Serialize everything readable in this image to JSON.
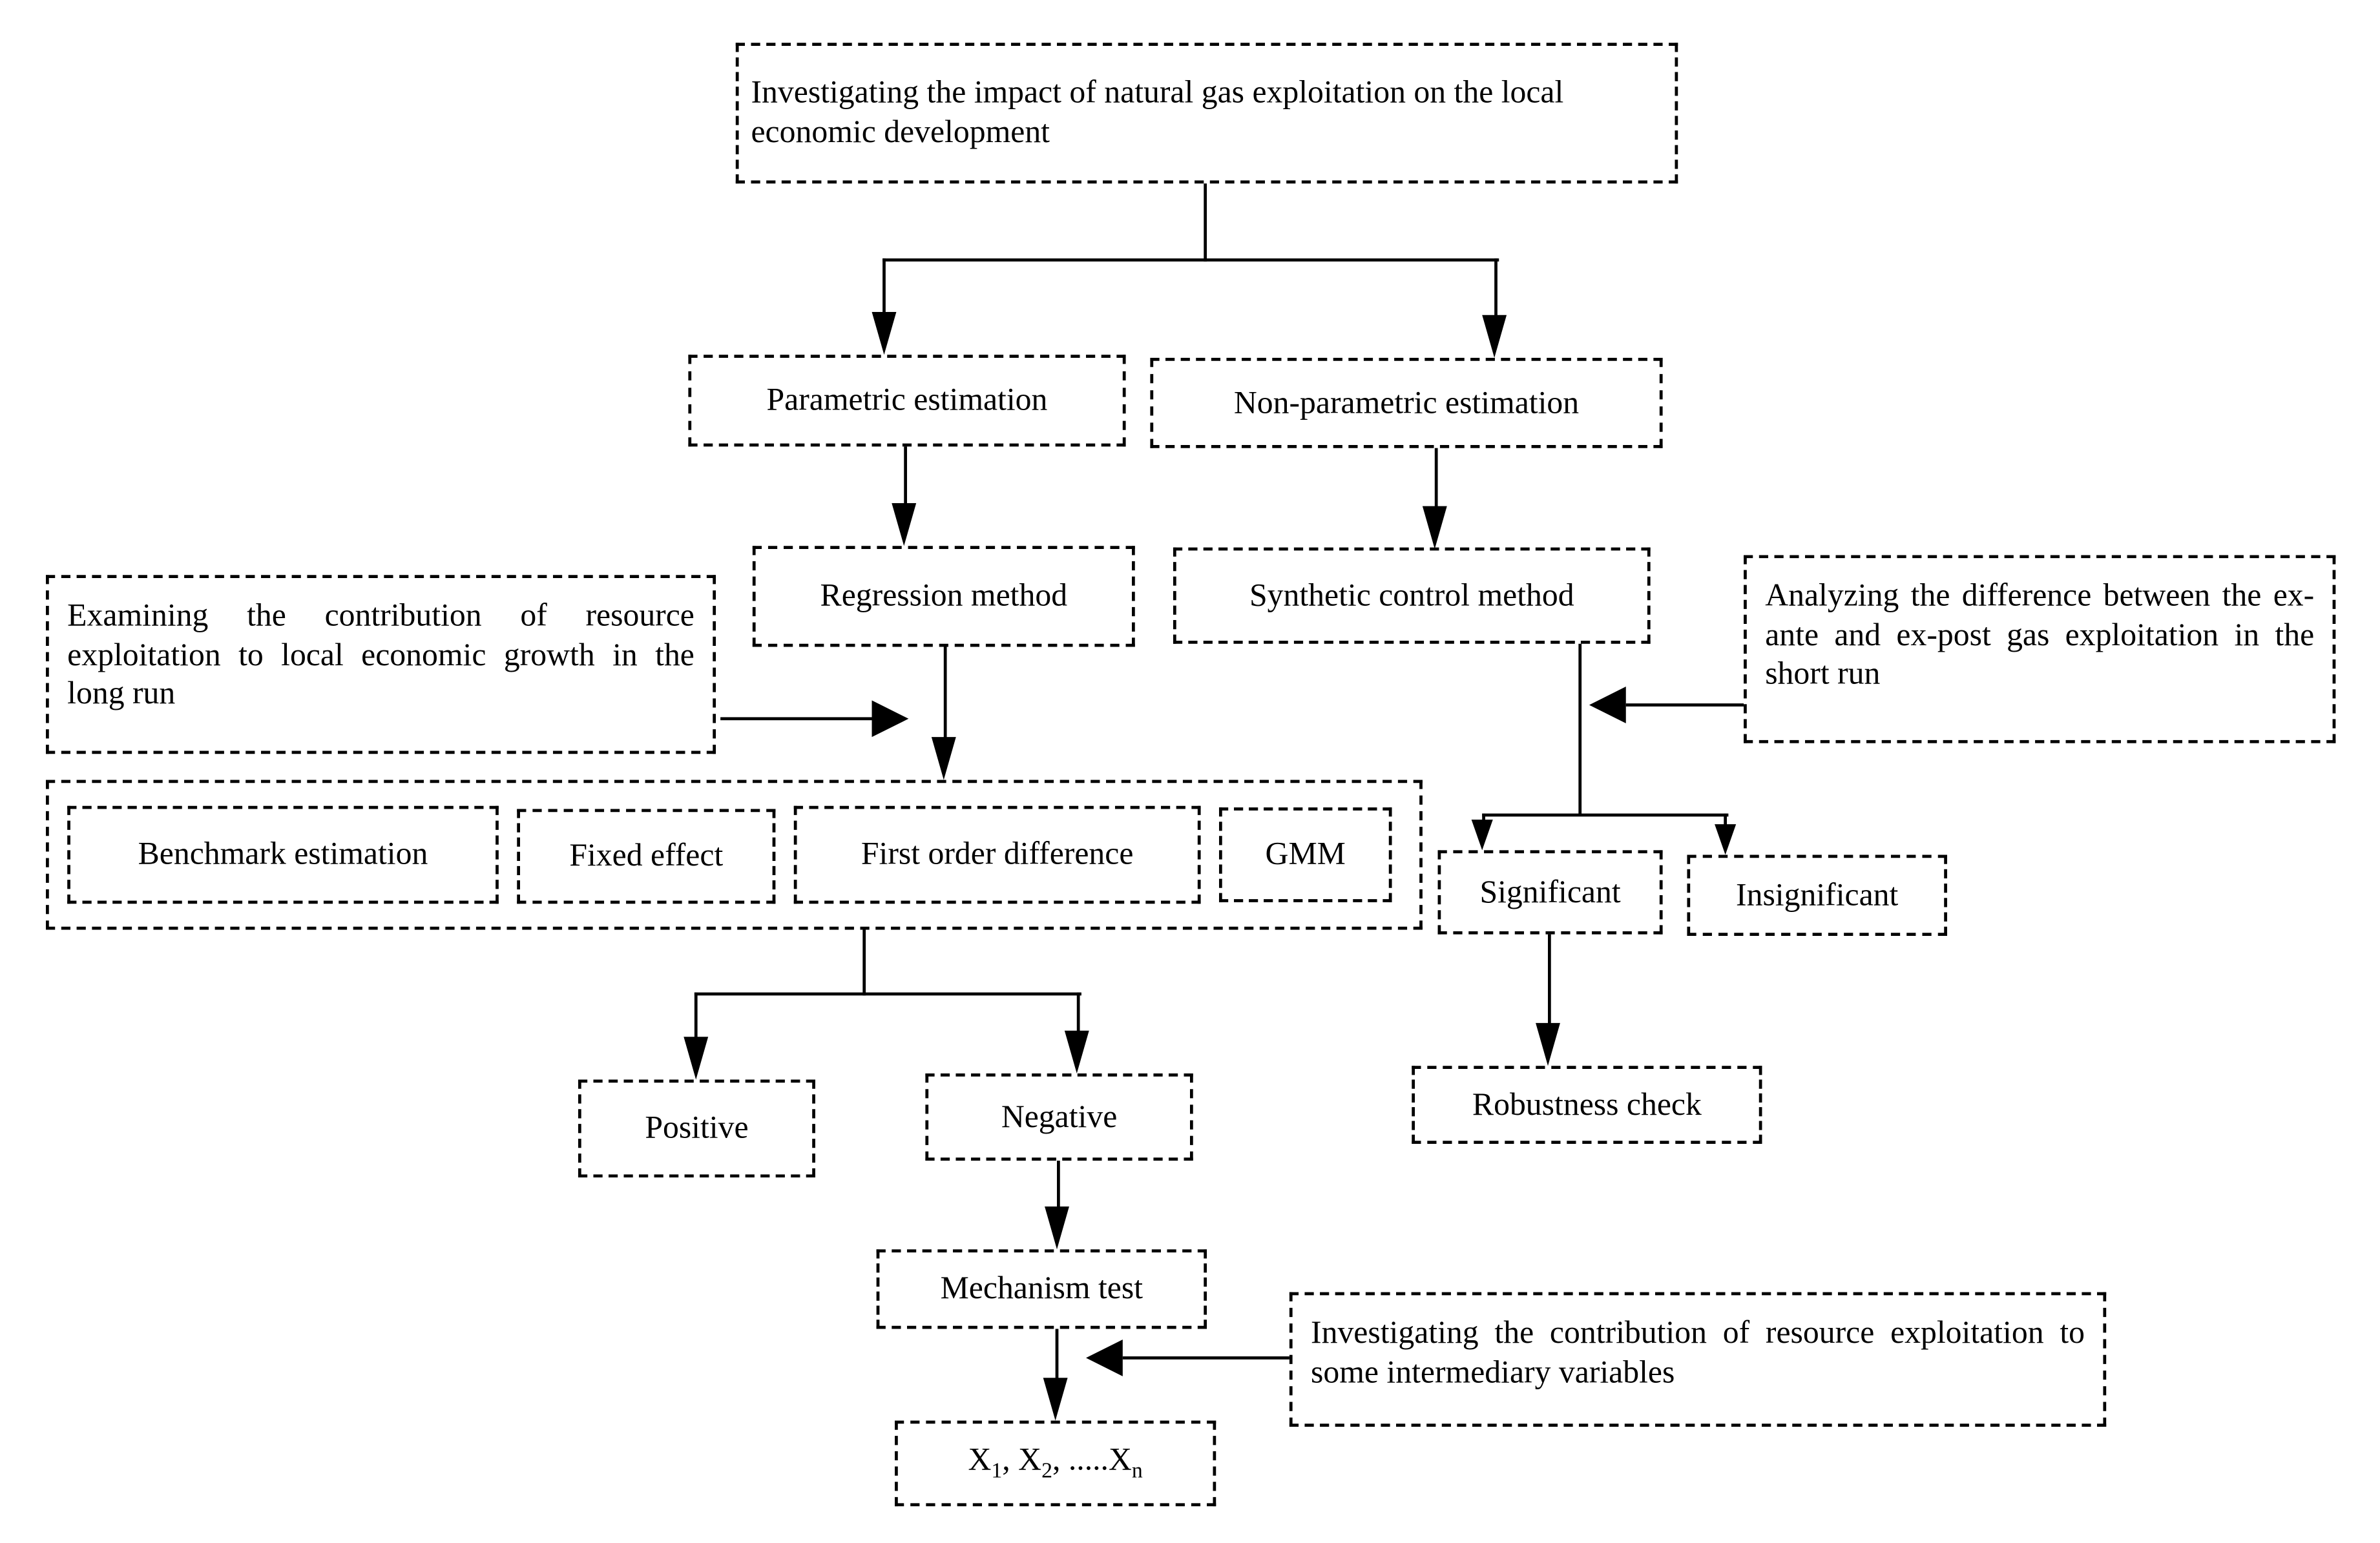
{
  "figure": {
    "background": "#ffffff",
    "line_color": "#000000",
    "border_color": "#000000",
    "nodes": {
      "root": "Investigating the impact of natural gas exploitation on the local economic development",
      "parametric": "Parametric estimation",
      "nonparametric": "Non-parametric estimation",
      "regression": "Regression method",
      "synthetic": "Synthetic control method",
      "examining": "Examining the contribution of resource exploitation to local economic growth in the long run",
      "analyzing": "Analyzing the difference between the ex-ante and ex-post gas exploitation in the short run",
      "benchmark": "Benchmark estimation",
      "fixed_effect": "Fixed effect",
      "first_order_difference": "First order difference",
      "gmm": "GMM",
      "significant": "Significant",
      "insignificant": "Insignificant",
      "positive": "Positive",
      "negative": "Negative",
      "robustness": "Robustness check",
      "mechanism": "Mechanism test",
      "intermediary": "Investigating the contribution of resource exploitation to some intermediary variables",
      "xvars": {
        "x1": "X",
        "s1": "1",
        "c1": ", ",
        "x2": "X",
        "s2": "2",
        "c2": ", .....",
        "xn": "X",
        "sn": "n"
      }
    }
  }
}
